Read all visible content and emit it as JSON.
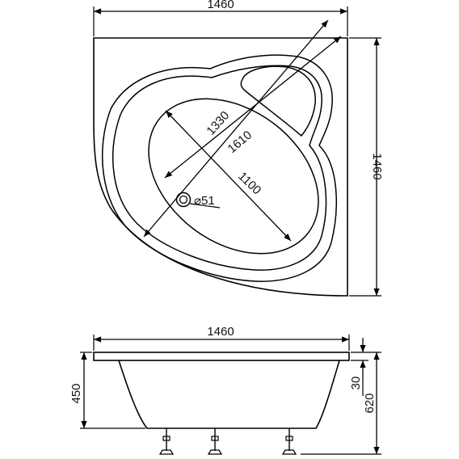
{
  "top_view": {
    "width_label": "1460",
    "height_label": "1460",
    "diag_1330": "1330",
    "diag_1610": "1610",
    "diag_1100": "1100",
    "drain_label": "⌀51"
  },
  "side_view": {
    "width_label": "1460",
    "height_450": "450",
    "rim_30": "30",
    "height_620": "620"
  },
  "colors": {
    "line": "#000000",
    "background": "#ffffff"
  }
}
